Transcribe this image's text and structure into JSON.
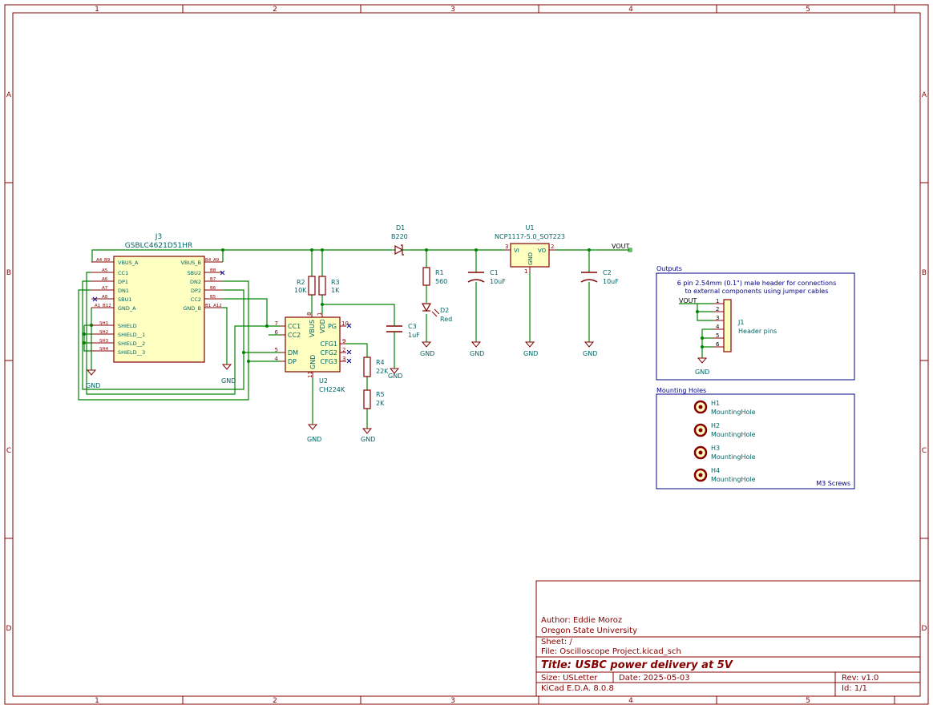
{
  "frame": {
    "columns": [
      "1",
      "2",
      "3",
      "4",
      "5"
    ],
    "rows": [
      "A",
      "B",
      "C",
      "D"
    ]
  },
  "title_block": {
    "author": "Author: Eddie Moroz",
    "organization": "Oregon State University",
    "sheet": "Sheet: /",
    "file": "File: Oscilloscope Project.kicad_sch",
    "title": "Title: USBC power delivery at 5V",
    "size": "Size: USLetter",
    "date": "Date: 2025-05-03",
    "rev": "Rev: v1.0",
    "tool": "KiCad E.D.A. 8.0.8",
    "id": "Id: 1/1"
  },
  "j3": {
    "ref": "J3",
    "value": "GSBLC4621D51HR",
    "left_pins": [
      "VBUS_A",
      "CC1",
      "DP1",
      "DN1",
      "SBU1",
      "GND_A",
      "SHIELD",
      "SHIELD__1",
      "SHIELD__2",
      "SHIELD__3"
    ],
    "left_nums": [
      "A4_B9",
      "A5",
      "A6",
      "A7",
      "A8",
      "A1_B12",
      "SH1",
      "SH2",
      "SH3",
      "SH4"
    ],
    "right_pins": [
      "VBUS_B",
      "SBU2",
      "DN2",
      "DP2",
      "CC2",
      "GND_B"
    ],
    "right_nums": [
      "B4_A9",
      "B8",
      "B7",
      "B6",
      "B5",
      "B1_A12"
    ],
    "gnd_left": "GND",
    "gnd_right": "GND"
  },
  "u2": {
    "ref": "U2",
    "value": "CH224K",
    "pins": {
      "cc1": "CC1",
      "cc2": "CC2",
      "dm": "DM",
      "dp": "DP",
      "vbus": "VBUS",
      "vdd": "VDD",
      "gnd": "GND",
      "pg": "PG",
      "cfg1": "CFG1",
      "cfg2": "CFG2",
      "cfg3": "CFG3"
    },
    "nums": {
      "cc1": "7",
      "cc2": "6",
      "dm": "5",
      "dp": "4",
      "vbus": "8",
      "vdd": "1",
      "gnd": "11",
      "pg": "10",
      "cfg1": "9",
      "cfg2": "2",
      "cfg3": "3"
    },
    "gnd_label": "GND"
  },
  "r2": {
    "ref": "R2",
    "value": "10K"
  },
  "r3": {
    "ref": "R3",
    "value": "1K"
  },
  "r4": {
    "ref": "R4",
    "value": "22K"
  },
  "r5": {
    "ref": "R5",
    "value": "2K"
  },
  "r1": {
    "ref": "R1",
    "value": "560"
  },
  "c3": {
    "ref": "C3",
    "value": "1uF"
  },
  "c1": {
    "ref": "C1",
    "value": "10uF"
  },
  "c2": {
    "ref": "C2",
    "value": "10uF"
  },
  "d1": {
    "ref": "D1",
    "value": "B220"
  },
  "d2": {
    "ref": "D2",
    "value": "Red"
  },
  "u1": {
    "ref": "U1",
    "value": "NCP1117-5.0_SOT223",
    "vi": "VI",
    "vo": "VO",
    "gnd": "GND",
    "pin_vi": "3",
    "pin_vo": "2",
    "pin_gnd": "1"
  },
  "net_vout": "VOUT",
  "gnd_labels": {
    "c3": "GND",
    "r5": "GND",
    "d2": "GND",
    "c1": "GND",
    "u1": "GND",
    "c2": "GND"
  },
  "outputs": {
    "title": "Outputs",
    "desc1": "6 pin 2.54mm (0.1\") male header for connections",
    "desc2": "to external components using jumper cables",
    "vout": "VOUT",
    "j1_ref": "J1",
    "j1_value": "Header pins",
    "pins": [
      "1",
      "2",
      "3",
      "4",
      "5",
      "6"
    ],
    "gnd": "GND"
  },
  "mounting": {
    "title": "Mounting Holes",
    "footer": "M3 Screws",
    "holes": [
      {
        "ref": "H1",
        "value": "MountingHole"
      },
      {
        "ref": "H2",
        "value": "MountingHole"
      },
      {
        "ref": "H3",
        "value": "MountingHole"
      },
      {
        "ref": "H4",
        "value": "MountingHole"
      }
    ]
  }
}
